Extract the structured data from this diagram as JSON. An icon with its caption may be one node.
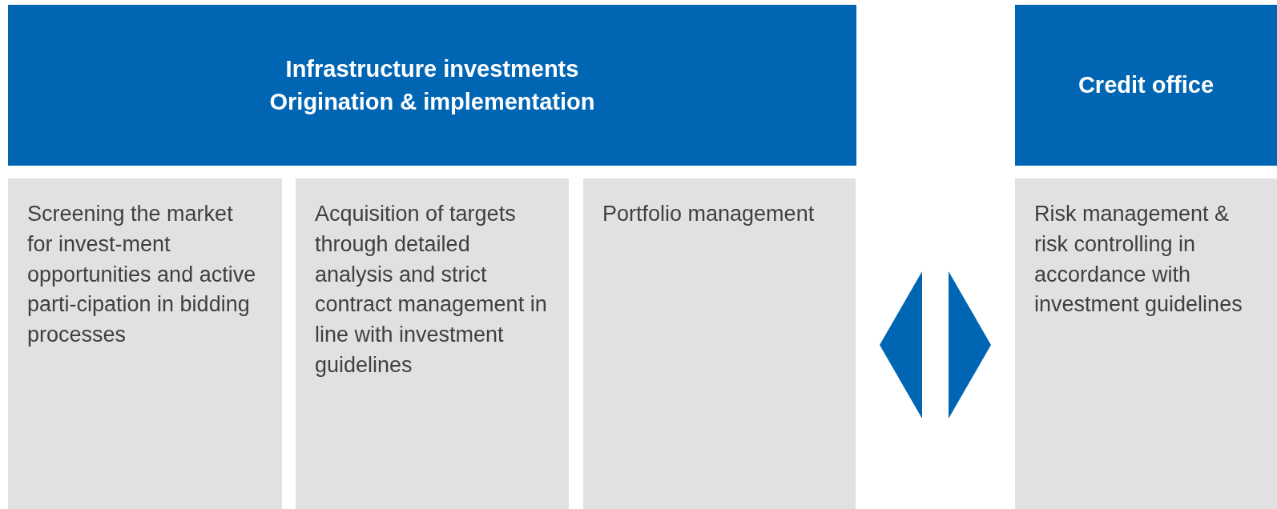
{
  "diagram": {
    "nodes": [
      {
        "text": [
          "Infrastructure investments Origination & implementation"
        ]
      },
      {
        "text": [
          "Credit office"
        ]
      },
      {
        "text": [
          "Screening the market for invest-ment opportunities and active parti-cipation in bidding processes"
        ]
      },
      {
        "text": [
          "Acquisition of targets through detailed analysis and strict contract management in line with investment guidelines"
        ]
      },
      {
        "text": [
          "Portfolio management"
        ]
      },
      {
        "text": [
          "Risk management & risk controlling in accordance with investment guidelines"
        ]
      }
    ],
    "edges": [
      {
        "from": 4,
        "to": 5,
        "arrow": "both"
      }
    ]
  }
}
